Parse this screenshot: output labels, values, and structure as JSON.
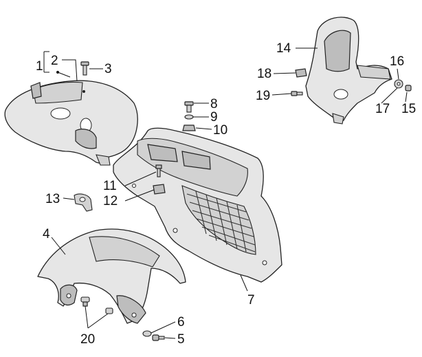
{
  "callouts": [
    {
      "id": "c1",
      "text": "1"
    },
    {
      "id": "c2",
      "text": "2"
    },
    {
      "id": "c3",
      "text": "3"
    },
    {
      "id": "c4",
      "text": "4"
    },
    {
      "id": "c5",
      "text": "5"
    },
    {
      "id": "c6",
      "text": "6"
    },
    {
      "id": "c7",
      "text": "7"
    },
    {
      "id": "c8",
      "text": "8"
    },
    {
      "id": "c9",
      "text": "9"
    },
    {
      "id": "c10",
      "text": "10"
    },
    {
      "id": "c11",
      "text": "11"
    },
    {
      "id": "c12",
      "text": "12"
    },
    {
      "id": "c13",
      "text": "13"
    },
    {
      "id": "c14",
      "text": "14"
    },
    {
      "id": "c15",
      "text": "15"
    },
    {
      "id": "c16",
      "text": "16"
    },
    {
      "id": "c17",
      "text": "17"
    },
    {
      "id": "c18",
      "text": "18"
    },
    {
      "id": "c19",
      "text": "19"
    },
    {
      "id": "c20",
      "text": "20"
    }
  ]
}
